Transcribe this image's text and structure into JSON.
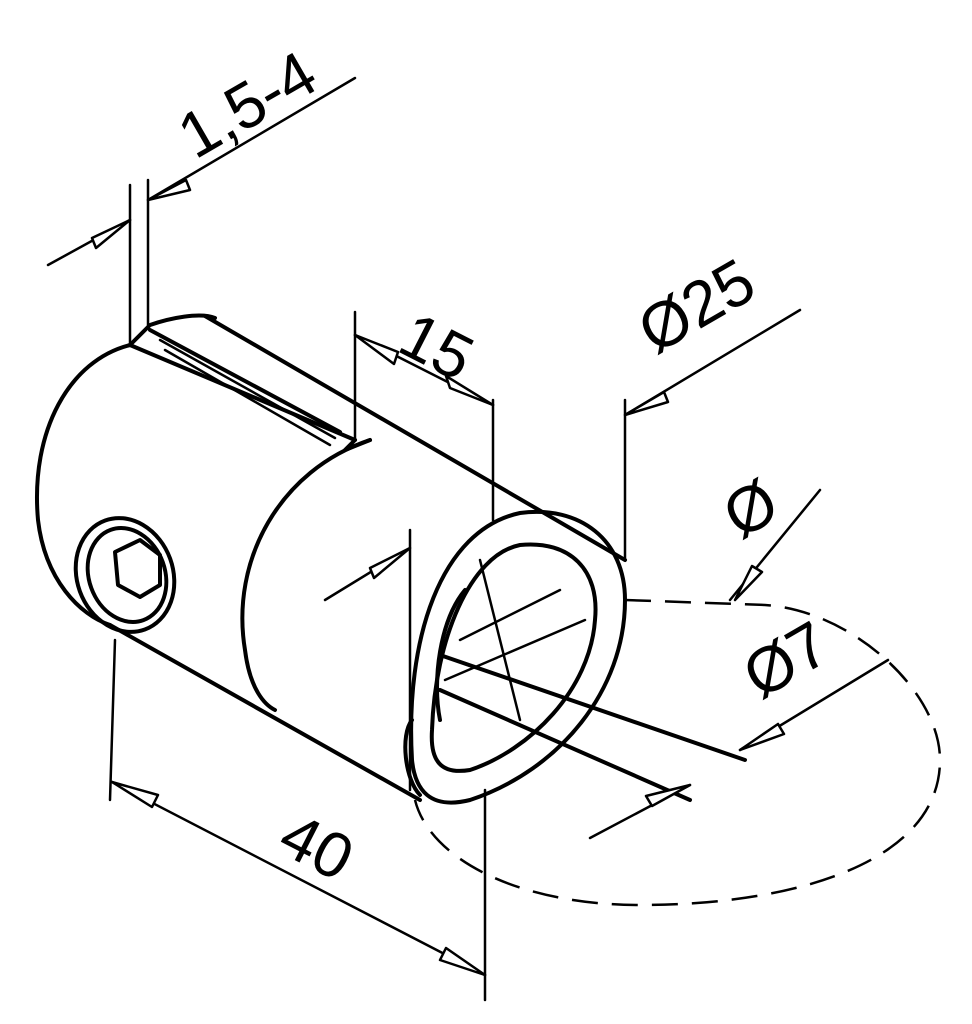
{
  "drawing": {
    "dimensions": {
      "glass_thickness": "1,5-4",
      "slot_length": "15",
      "body_diameter": "Ø25",
      "rod_diameter_symbol": "Ø",
      "hole_diameter": "Ø7",
      "length": "40"
    },
    "colors": {
      "line": "#000000",
      "background": "#ffffff"
    }
  }
}
